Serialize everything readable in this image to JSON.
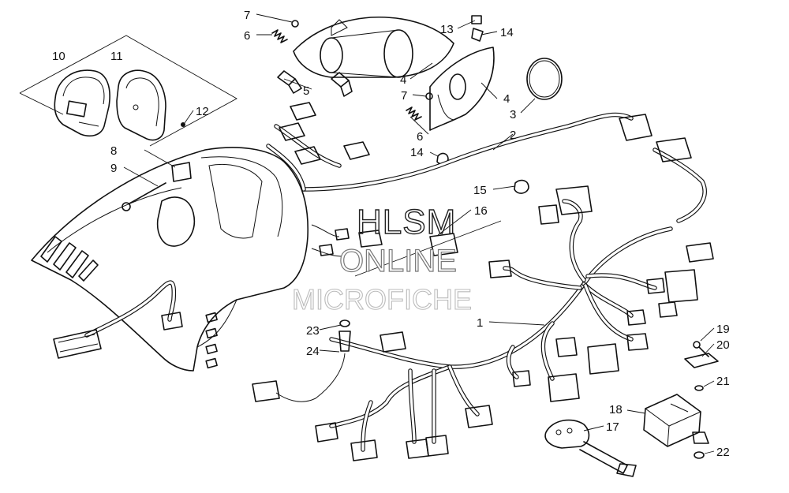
{
  "callouts": [
    {
      "id": "c1",
      "label": "1"
    },
    {
      "id": "c2",
      "label": "2"
    },
    {
      "id": "c3",
      "label": "3"
    },
    {
      "id": "c4a",
      "label": "4"
    },
    {
      "id": "c4b",
      "label": "4"
    },
    {
      "id": "c5",
      "label": "5"
    },
    {
      "id": "c6a",
      "label": "6"
    },
    {
      "id": "c6b",
      "label": "6"
    },
    {
      "id": "c7a",
      "label": "7"
    },
    {
      "id": "c7b",
      "label": "7"
    },
    {
      "id": "c8",
      "label": "8"
    },
    {
      "id": "c9",
      "label": "9"
    },
    {
      "id": "c10",
      "label": "10"
    },
    {
      "id": "c11",
      "label": "11"
    },
    {
      "id": "c12",
      "label": "12"
    },
    {
      "id": "c13",
      "label": "13"
    },
    {
      "id": "c14a",
      "label": "14"
    },
    {
      "id": "c14b",
      "label": "14"
    },
    {
      "id": "c15",
      "label": "15"
    },
    {
      "id": "c16",
      "label": "16"
    },
    {
      "id": "c17",
      "label": "17"
    },
    {
      "id": "c18",
      "label": "18"
    },
    {
      "id": "c19",
      "label": "19"
    },
    {
      "id": "c20",
      "label": "20"
    },
    {
      "id": "c21",
      "label": "21"
    },
    {
      "id": "c22",
      "label": "22"
    },
    {
      "id": "c23",
      "label": "23"
    },
    {
      "id": "c24",
      "label": "24"
    }
  ],
  "watermark": {
    "line1": "HLSM",
    "line2": "ONLINE",
    "line3": "MICROFICHE"
  }
}
